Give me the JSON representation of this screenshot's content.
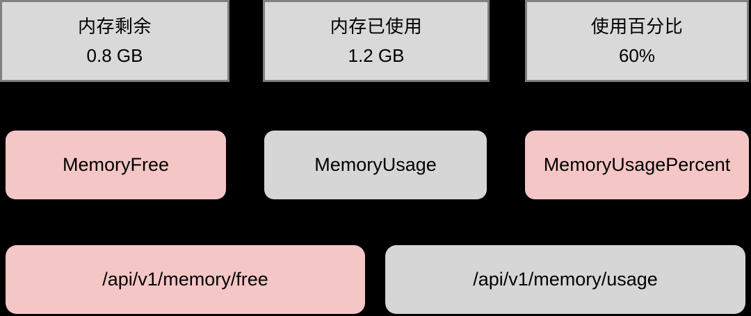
{
  "diagram": {
    "background_color": "#000000",
    "palette": {
      "card_fill": "#d9d9d9",
      "card_border": "#808080",
      "node_pink": "#f5c6c6",
      "node_gray": "#d6d6d6",
      "text": "#000000"
    },
    "metric_cards": [
      {
        "title": "内存剩余",
        "value": "0.8 GB"
      },
      {
        "title": "内存已使用",
        "value": "1.2 GB"
      },
      {
        "title": "使用百分比",
        "value": "60%"
      }
    ],
    "service_nodes": [
      {
        "label": "MemoryFree",
        "color": "pink"
      },
      {
        "label": "MemoryUsage",
        "color": "gray"
      },
      {
        "label": "MemoryUsagePercent",
        "color": "pink"
      }
    ],
    "endpoint_nodes": [
      {
        "label": "/api/v1/memory/free",
        "color": "pink"
      },
      {
        "label": "/api/v1/memory/usage",
        "color": "gray"
      }
    ]
  }
}
